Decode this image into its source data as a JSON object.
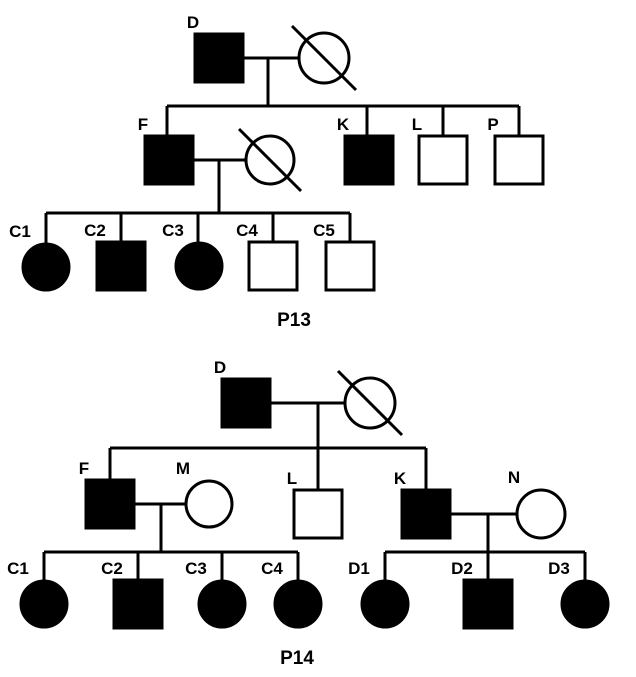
{
  "colors": {
    "affected": "#000000",
    "unaffected": "#ffffff",
    "line": "#000000"
  },
  "pedigrees": [
    {
      "title": "P13",
      "individuals": [
        {
          "id": "D",
          "label": "D",
          "sex": "male",
          "affected": true,
          "deceased": false
        },
        {
          "id": "W1",
          "label": "",
          "sex": "female",
          "affected": false,
          "deceased": true
        },
        {
          "id": "F",
          "label": "F",
          "sex": "male",
          "affected": true,
          "deceased": false
        },
        {
          "id": "W2",
          "label": "",
          "sex": "female",
          "affected": false,
          "deceased": true
        },
        {
          "id": "K",
          "label": "K",
          "sex": "male",
          "affected": true,
          "deceased": false
        },
        {
          "id": "L",
          "label": "L",
          "sex": "male",
          "affected": false,
          "deceased": false
        },
        {
          "id": "P",
          "label": "P",
          "sex": "male",
          "affected": false,
          "deceased": false
        },
        {
          "id": "C1",
          "label": "C1",
          "sex": "female",
          "affected": true,
          "deceased": false
        },
        {
          "id": "C2",
          "label": "C2",
          "sex": "male",
          "affected": true,
          "deceased": false
        },
        {
          "id": "C3",
          "label": "C3",
          "sex": "female",
          "affected": true,
          "deceased": false
        },
        {
          "id": "C4",
          "label": "C4",
          "sex": "male",
          "affected": false,
          "deceased": false
        },
        {
          "id": "C5",
          "label": "C5",
          "sex": "male",
          "affected": false,
          "deceased": false
        }
      ]
    },
    {
      "title": "P14",
      "individuals": [
        {
          "id": "D",
          "label": "D",
          "sex": "male",
          "affected": true,
          "deceased": false
        },
        {
          "id": "W1",
          "label": "",
          "sex": "female",
          "affected": false,
          "deceased": true
        },
        {
          "id": "F",
          "label": "F",
          "sex": "male",
          "affected": true,
          "deceased": false
        },
        {
          "id": "M",
          "label": "M",
          "sex": "female",
          "affected": false,
          "deceased": false
        },
        {
          "id": "L",
          "label": "L",
          "sex": "male",
          "affected": false,
          "deceased": false
        },
        {
          "id": "K",
          "label": "K",
          "sex": "male",
          "affected": true,
          "deceased": false
        },
        {
          "id": "N",
          "label": "N",
          "sex": "female",
          "affected": false,
          "deceased": false
        },
        {
          "id": "C1",
          "label": "C1",
          "sex": "female",
          "affected": true,
          "deceased": false
        },
        {
          "id": "C2",
          "label": "C2",
          "sex": "male",
          "affected": true,
          "deceased": false
        },
        {
          "id": "C3",
          "label": "C3",
          "sex": "female",
          "affected": true,
          "deceased": false
        },
        {
          "id": "C4",
          "label": "C4",
          "sex": "female",
          "affected": true,
          "deceased": false
        },
        {
          "id": "D1",
          "label": "D1",
          "sex": "female",
          "affected": true,
          "deceased": false
        },
        {
          "id": "D2",
          "label": "D2",
          "sex": "male",
          "affected": true,
          "deceased": false
        },
        {
          "id": "D3",
          "label": "D3",
          "sex": "female",
          "affected": true,
          "deceased": false
        }
      ]
    }
  ]
}
